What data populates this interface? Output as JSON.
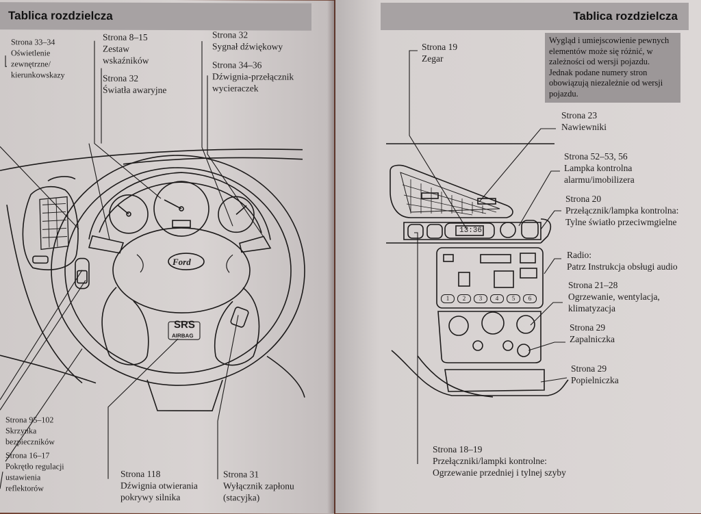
{
  "left_page": {
    "header": "Tablica rozdzielcza",
    "callouts": {
      "c1": {
        "page": "Strona 33–34",
        "desc": [
          "Oświetlenie",
          "zewnętrzne/",
          "kierunkowskazy"
        ]
      },
      "c2": {
        "page": "Strona 8–15",
        "desc": [
          "Zestaw",
          "wskaźników"
        ]
      },
      "c3": {
        "page": "Strona 32",
        "desc": [
          "Światła awaryjne"
        ]
      },
      "c4": {
        "page": "Strona 32",
        "desc": [
          "Sygnał dźwiękowy"
        ]
      },
      "c5": {
        "page": "Strona 34–36",
        "desc": [
          "Dźwignia-przełącznik",
          "wycieraczek"
        ]
      },
      "c6": {
        "page": "Strona 95–102",
        "desc": [
          "Skrzynka",
          "bezpieczników"
        ]
      },
      "c7": {
        "page": "Strona 16–17",
        "desc": [
          "Pokrętło regulacji",
          "ustawienia",
          "reflektorów"
        ]
      },
      "c8": {
        "page": "Strona 118",
        "desc": [
          "Dźwignia otwierania",
          "pokrywy silnika"
        ]
      },
      "c9": {
        "page": "Strona 31",
        "desc": [
          "Wyłącznik zapłonu",
          "(stacyjka)"
        ]
      }
    },
    "wheel_labels": {
      "brand": "Ford",
      "srs": "SRS",
      "airbag": "AIRBAG"
    }
  },
  "right_page": {
    "header": "Tablica rozdzielcza",
    "note": [
      "Wygląd i umiejscowienie pewnych",
      "elementów może się różnić, w",
      "zależności od wersji pojazdu.",
      "Jednak podane numery stron",
      "obowiązują niezależnie od wersji",
      "pojazdu."
    ],
    "callouts": {
      "r1": {
        "page": "Strona 19",
        "desc": [
          "Zegar"
        ]
      },
      "r2": {
        "page": "Strona 23",
        "desc": [
          "Nawiewniki"
        ]
      },
      "r3": {
        "page": "Strona 52–53, 56",
        "desc": [
          "Lampka kontrolna",
          "alarmu/imobilizera"
        ]
      },
      "r4": {
        "page": "Strona 20",
        "desc": [
          "Przełącznik/lampka kontrolna:",
          "Tylne światło przeciwmgielne"
        ]
      },
      "r5": {
        "page": "Radio:",
        "desc": [
          "Patrz Instrukcja obsługi audio"
        ]
      },
      "r6": {
        "page": "Strona 21–28",
        "desc": [
          "Ogrzewanie, wentylacja,",
          "klimatyzacja"
        ]
      },
      "r7": {
        "page": "Strona 29",
        "desc": [
          "Zapalniczka"
        ]
      },
      "r8": {
        "page": "Strona 29",
        "desc": [
          "Popielniczka"
        ]
      },
      "r9": {
        "page": "Strona 18–19",
        "desc": [
          "Przełączniki/lampki kontrolne:",
          "Ogrzewanie przedniej i tylnej szyby"
        ]
      }
    },
    "clock_display": "13:36",
    "radio_buttons": [
      "1",
      "2",
      "3",
      "4",
      "5",
      "6"
    ]
  },
  "colors": {
    "header_band": "#a7a2a3",
    "note_box": "#9c9798",
    "line_art": "#1c1a1a"
  }
}
